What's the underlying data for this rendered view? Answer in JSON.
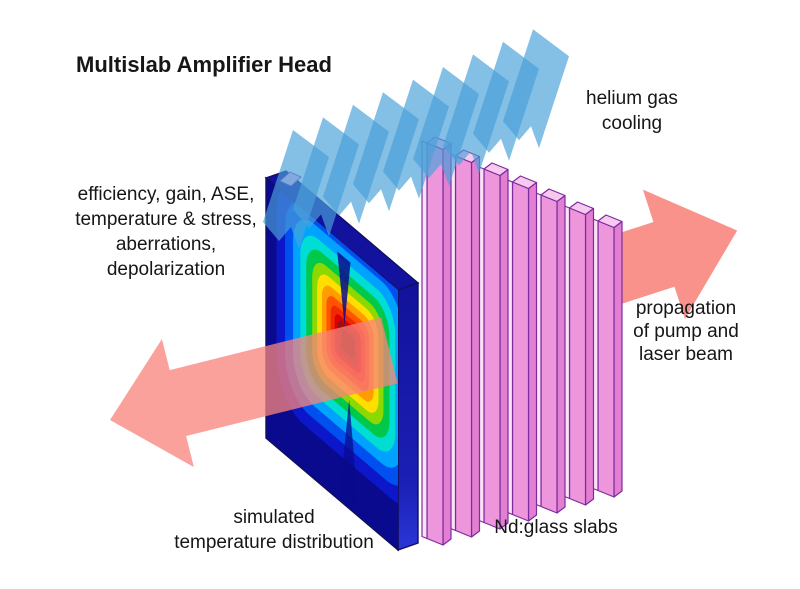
{
  "title": "Multislab Amplifier Head",
  "labels": {
    "helium_gas_cooling": "helium gas\ncooling",
    "simulation_outputs": "efficiency, gain, ASE,\ntemperature & stress,\naberrations,\ndepolarization",
    "beam_propagation": "propagation\nof pump and\nlaser beam",
    "temperature_map": "simulated\ntemperature distribution",
    "glass_slabs": "Nd:glass slabs"
  },
  "diagram": {
    "slab_count": 7,
    "gas_sheet_count": 9,
    "colors": {
      "slab_face": "#ee96dc",
      "slab_side": "#e27fd0",
      "slab_top": "#f8c9ee",
      "slab_gap": "#fbe3f7",
      "slab_outline": "#7d2ba0",
      "gas_sheet_blue": "#4aa0d8",
      "arrow_salmon": "#f8837b",
      "heatmap_navy": "#0a0a8e",
      "heatmap_dark_edge": "#10105e"
    },
    "heatmap_palette": [
      "#0b17c8",
      "#0050f0",
      "#00a2ff",
      "#00ddd2",
      "#00c84a",
      "#8cd800",
      "#ffdf00",
      "#ff9d00",
      "#ff5400",
      "#f22800",
      "#d80000",
      "#9c0f0f",
      "#7a0707"
    ]
  }
}
